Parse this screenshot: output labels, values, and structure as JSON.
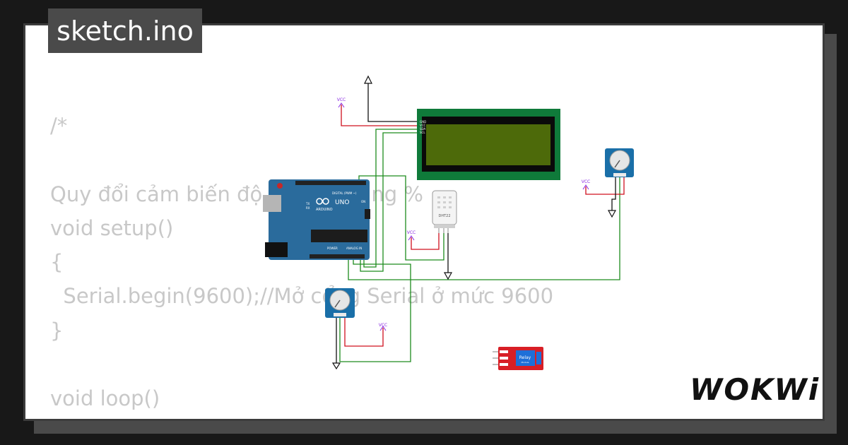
{
  "title": "sketch.ino",
  "brand": "WOKWi",
  "code_lines": [
    "/*",
    "",
    "Quy đổi cảm biến độ ẩm đất sang %",
    "void setup()",
    "{",
    "  Serial.begin(9600);//Mở cổng Serial ở mức 9600",
    "}",
    "",
    "void loop()",
    "{"
  ],
  "labels": {
    "vcc": "VCC",
    "dht22": "DHT22",
    "relay": "Relay",
    "relay_sub": "Module",
    "uno": "UNO",
    "arduino": "ARDUINO",
    "digital": "DIGITAL (PWM ~)",
    "analog": "ANALOG IN",
    "power": "POWER",
    "on": "ON",
    "tx": "TX",
    "rx": "RX",
    "lcd_pins": [
      "GND",
      "VCC",
      "SDA",
      "SCL"
    ]
  },
  "colors": {
    "background": "#181818",
    "card": "#ffffff",
    "code_text": "#c8c8c8",
    "arduino_board": "#2a6b9c",
    "lcd_frame": "#0f7a3a",
    "lcd_screen": "#4d6a0a",
    "wire_red": "#d0101e",
    "wire_green": "#1e8c1e",
    "wire_black": "#111111",
    "vcc_purple": "#8a2be2",
    "potentiometer": "#1a6fa8",
    "relay_board": "#d81f26",
    "relay_block": "#1e6fd8"
  }
}
